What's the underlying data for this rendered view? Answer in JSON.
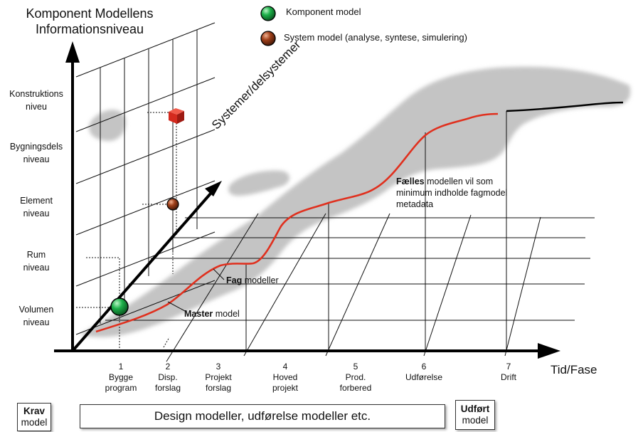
{
  "title_line1": "Komponent Modellens",
  "title_line2": "Informationsniveau",
  "legend": [
    {
      "label": "Komponent model",
      "color": "#1db04a"
    },
    {
      "label": "System model (analyse, syntese, simulering)",
      "color": "#a0401a"
    }
  ],
  "levels": [
    {
      "line1": "Konstruktions",
      "line2": "niveu"
    },
    {
      "line1": "Bygningsdels",
      "line2": "niveau"
    },
    {
      "line1": "Element",
      "line2": "niveau"
    },
    {
      "line1": "Rum",
      "line2": "niveau"
    },
    {
      "line1": "Volumen",
      "line2": "niveau"
    }
  ],
  "diag_axis_label": "Systemer/delsystemer",
  "x_axis_label": "Tid/Fase",
  "phases": [
    {
      "num": "1",
      "line1": "Bygge",
      "line2": "program"
    },
    {
      "num": "2",
      "line1": "Disp.",
      "line2": "forslag"
    },
    {
      "num": "3",
      "line1": "Projekt",
      "line2": "forslag"
    },
    {
      "num": "4",
      "line1": "Hoved",
      "line2": "projekt"
    },
    {
      "num": "5",
      "line1": "Prod.",
      "line2": "forbered"
    },
    {
      "num": "6",
      "line1": "Udførelse",
      "line2": ""
    },
    {
      "num": "7",
      "line1": "Drift",
      "line2": ""
    }
  ],
  "annotations": {
    "master_bold": "Master",
    "master_rest": " model",
    "fag_bold": "Fag",
    "fag_rest": " modeller",
    "faelles_bold": "Fælles",
    "faelles_rest1": " modellen vil som",
    "faelles_line2": "minimum indholde fagmodel",
    "faelles_line3": "metadata"
  },
  "bottom_boxes": {
    "krav_bold": "Krav",
    "krav_rest": "model",
    "design": "Design modeller, udførelse modeller etc.",
    "udfort_bold": "Udført",
    "udfort_rest": "model"
  },
  "colors": {
    "curve": "#e0301e",
    "band": "#c4c4c4",
    "axis": "#000000",
    "green_ball": "#1db04a",
    "brown_ball": "#a0401a",
    "cube": "#d42a1e"
  }
}
